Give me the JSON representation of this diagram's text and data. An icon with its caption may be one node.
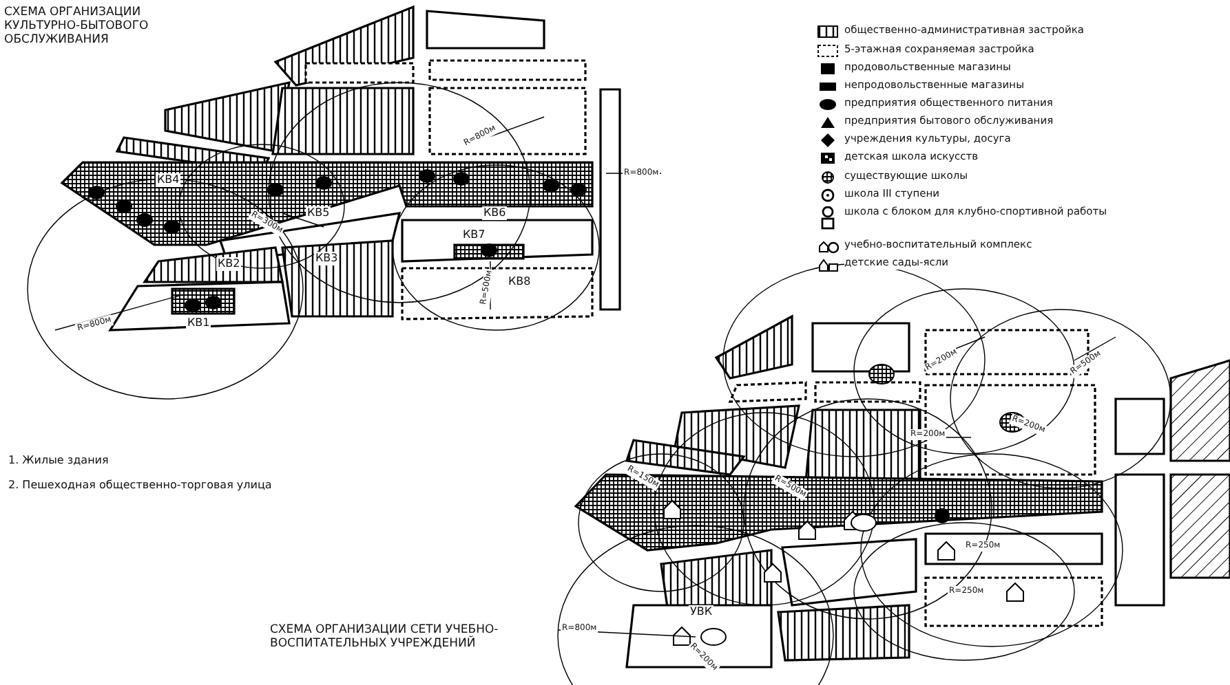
{
  "diagram": {
    "labels": [
      "СХЕМА ОРГАНИЗАЦИИ КУЛЬТУРНО-БЫТОВОГО ОБСЛУЖИВАНИЯ",
      "КВ4",
      "КВ5",
      "КВ6",
      "R=800м",
      "R=800м",
      "R=300м",
      "КВ2",
      "КВ3",
      "КВ7",
      "КВ8",
      "R=500м",
      "R=800м",
      "КВ1",
      "1. Жилые здания",
      "2. Пешеходная общественно-торговая улица",
      "R=200м",
      "R=500м",
      "R=200м",
      "R=200м",
      "R=150м",
      "R=500м",
      "R=250м",
      "R=250м",
      "УВК",
      "R=800м",
      "R=200м",
      "СХЕМА ОРГАНИЗАЦИИ СЕТИ УЧЕБНО-ВОСПИТАТЕЛЬНЫХ УЧРЕЖДЕНИЙ"
    ],
    "legend": [
      {
        "text": "общественно-административная застройка"
      },
      {
        "text": "5-этажная сохраняемая застройка"
      },
      {
        "text": "продовольственные магазины"
      },
      {
        "text": "непродовольственные магазины"
      },
      {
        "text": "предприятия общественного питания"
      },
      {
        "text": "предприятия бытового обслуживания"
      },
      {
        "text": "учреждения культуры, досуга"
      },
      {
        "text": "детская школа искусств"
      },
      {
        "text": "существующие школы"
      },
      {
        "text": "школа III ступени"
      },
      {
        "text": "школа с блоком для клубно-спортивной работы"
      },
      {
        "text": "учебно-воспитательный комплекс"
      },
      {
        "text": "детские сады-ясли"
      }
    ]
  }
}
